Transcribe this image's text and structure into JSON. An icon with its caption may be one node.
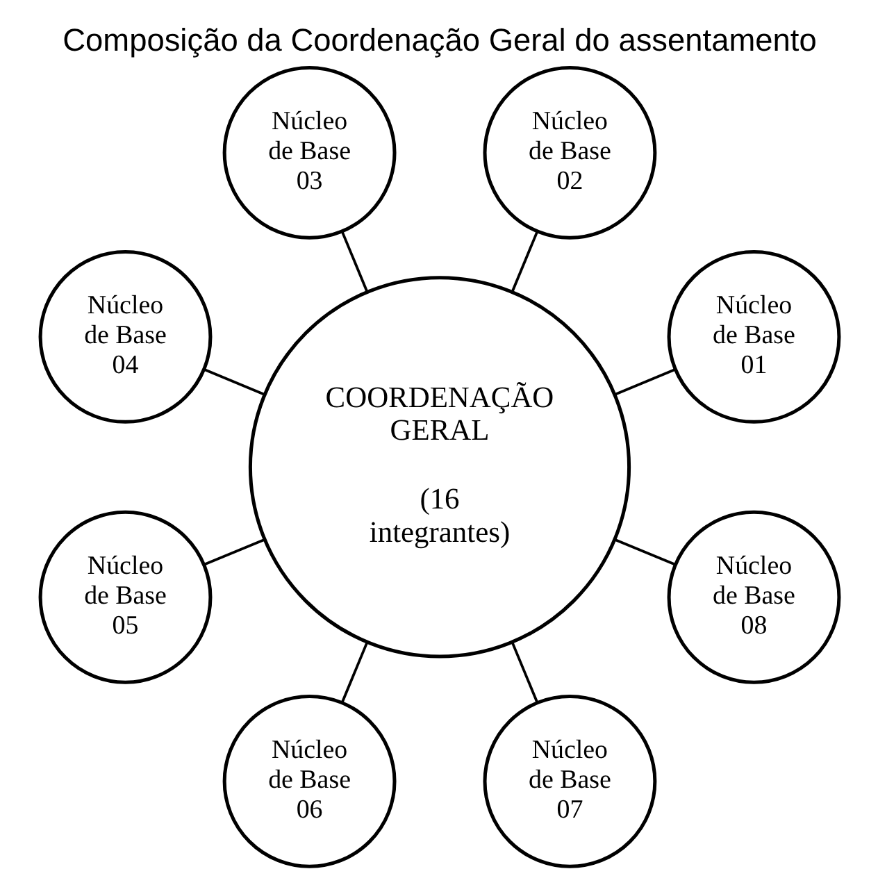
{
  "diagram": {
    "title": "Composição da Coordenação Geral do assentamento",
    "nodes": [
      {
        "text": [
          "COORDENAÇÃO GERAL",
          "(16 integrantes)"
        ]
      },
      {
        "text": [
          "Núcleo de Base 01"
        ]
      },
      {
        "text": [
          "Núcleo de Base 02"
        ]
      },
      {
        "text": [
          "Núcleo de Base 03"
        ]
      },
      {
        "text": [
          "Núcleo de Base 04"
        ]
      },
      {
        "text": [
          "Núcleo de Base 05"
        ]
      },
      {
        "text": [
          "Núcleo de Base 06"
        ]
      },
      {
        "text": [
          "Núcleo de Base 07"
        ]
      },
      {
        "text": [
          "Núcleo de Base 08"
        ]
      }
    ],
    "edges": [
      {
        "from": 0,
        "to": 1,
        "arrow": "none"
      },
      {
        "from": 0,
        "to": 2,
        "arrow": "none"
      },
      {
        "from": 0,
        "to": 3,
        "arrow": "none"
      },
      {
        "from": 0,
        "to": 4,
        "arrow": "none"
      },
      {
        "from": 0,
        "to": 5,
        "arrow": "none"
      },
      {
        "from": 0,
        "to": 6,
        "arrow": "none"
      },
      {
        "from": 0,
        "to": 7,
        "arrow": "none"
      },
      {
        "from": 0,
        "to": 8,
        "arrow": "none"
      }
    ]
  }
}
